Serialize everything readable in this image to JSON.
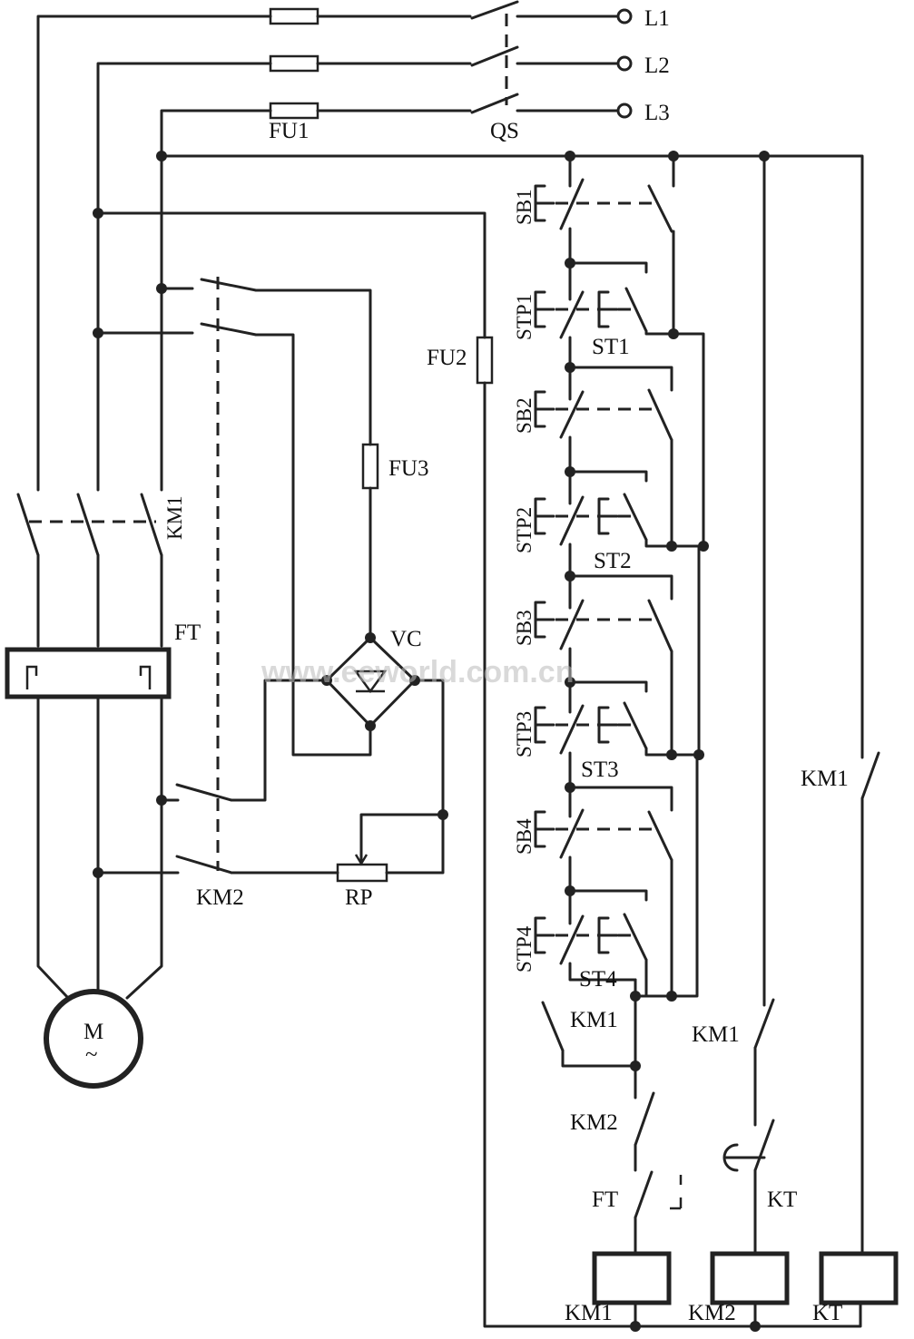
{
  "labels": {
    "l1": "L1",
    "l2": "L2",
    "l3": "L3",
    "qs": "QS",
    "fu1": "FU1",
    "fu2": "FU2",
    "fu3": "FU3",
    "km1_main": "KM1",
    "ft": "FT",
    "vc": "VC",
    "km2_brake": "KM2",
    "rp": "RP",
    "motor": "M",
    "motor_sym": "~",
    "sb1": "SB1",
    "stp1": "STP1",
    "st1": "ST1",
    "sb2": "SB2",
    "stp2": "STP2",
    "st2": "ST2",
    "sb3": "SB3",
    "stp3": "STP3",
    "st3": "ST3",
    "sb4": "SB4",
    "stp4": "STP4",
    "st4": "ST4",
    "km1_hold": "KM1",
    "km1_nc": "KM1",
    "km1_kt": "KM1",
    "km2_nc": "KM2",
    "ft_nc": "FT",
    "kt_contact": "KT",
    "coil_km1": "KM1",
    "coil_km2": "KM2",
    "coil_kt": "KT"
  },
  "watermark": "www.eeworld.com.cn"
}
